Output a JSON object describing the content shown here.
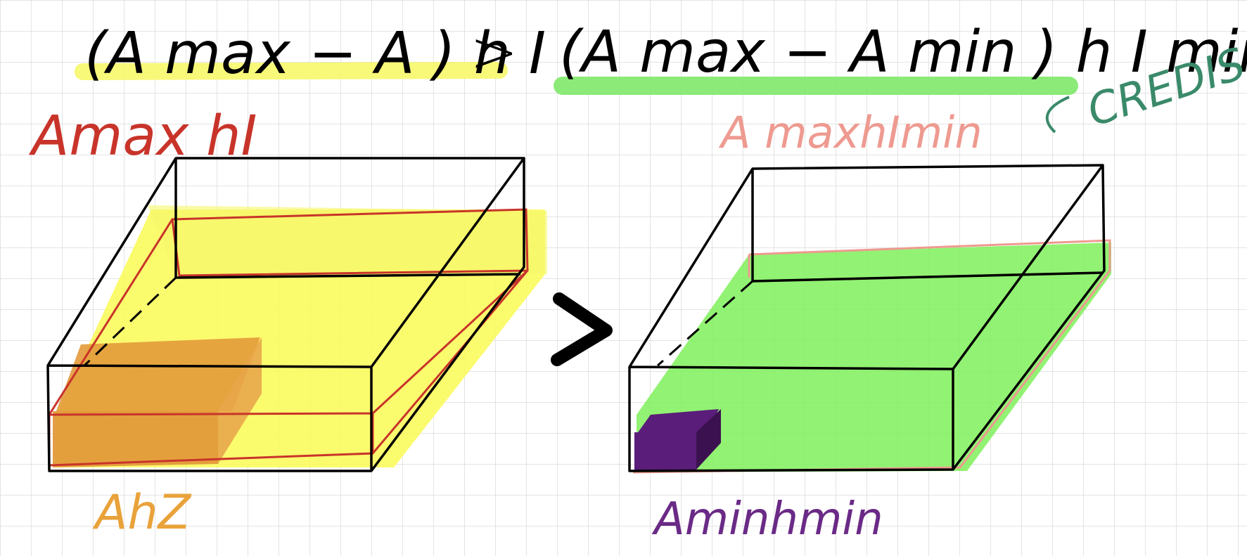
{
  "colors": {
    "background": "#ffffff",
    "grid": "#dcdcdc",
    "ink": "#000000",
    "highlight_yellow": "#f7f76a",
    "highlight_green": "#7fe86a",
    "box_fill_yellow": "#fafa55",
    "box_fill_green": "#7ff05a",
    "red_label": "#c8342a",
    "pink_label": "#ee9a90",
    "orange_label": "#e9a23a",
    "orange_block": "#e39a3a",
    "purple_label": "#6a2a86",
    "purple_block": "#5a1d7a",
    "credits_green": "#3a8a6a"
  },
  "equation": {
    "left_term": "(A max − A ) h I",
    "comparison": ">",
    "right_term": "(A max − A min ) h I min"
  },
  "labels": {
    "left_top": "Amax hI",
    "right_top": "A maxhImin",
    "left_bottom": "AhZ",
    "right_bottom": "Aminhmin",
    "corner": "CREDIS",
    "middle_symbol": ">"
  }
}
